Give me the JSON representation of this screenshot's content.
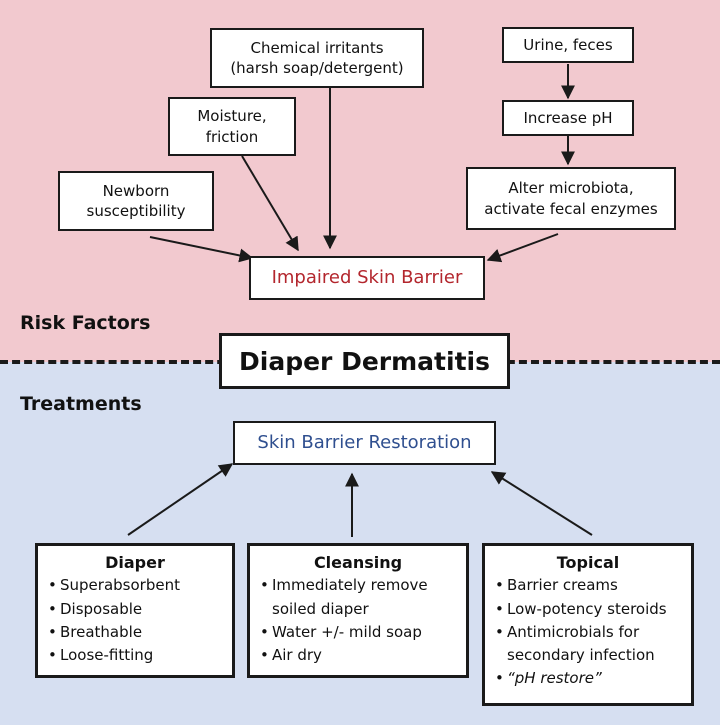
{
  "risk_factors": {
    "section_label": "Risk Factors",
    "chemical_irritants": {
      "line1": "Chemical irritants",
      "line2": "(harsh soap/detergent)"
    },
    "moisture_friction": {
      "line1": "Moisture,",
      "line2": "friction"
    },
    "newborn_susceptibility": {
      "line1": "Newborn",
      "line2": "susceptibility"
    },
    "urine_feces": "Urine, feces",
    "increase_ph": "Increase pH",
    "alter_microbiota": {
      "line1": "Alter microbiota,",
      "line2": "activate fecal enzymes"
    },
    "impaired_skin_barrier": "Impaired Skin Barrier"
  },
  "center_title": "Diaper Dermatitis",
  "treatments": {
    "section_label": "Treatments",
    "skin_barrier_restoration": "Skin Barrier Restoration",
    "diaper": {
      "title": "Diaper",
      "items": [
        "Superabsorbent",
        "Disposable",
        "Breathable",
        "Loose-fitting"
      ]
    },
    "cleansing": {
      "title": "Cleansing",
      "items": [
        "Immediately remove soiled diaper",
        "Water +/- mild soap",
        "Air dry"
      ]
    },
    "topical": {
      "title": "Topical",
      "items": [
        "Barrier creams",
        "Low-potency steroids",
        "Antimicrobials for secondary infection",
        "“pH restore”"
      ]
    }
  },
  "colors": {
    "risk_background": "#f2c9cf",
    "treatment_background": "#d6dff1",
    "impaired_text": "#b3262d",
    "restoration_text": "#2f4f8f"
  }
}
